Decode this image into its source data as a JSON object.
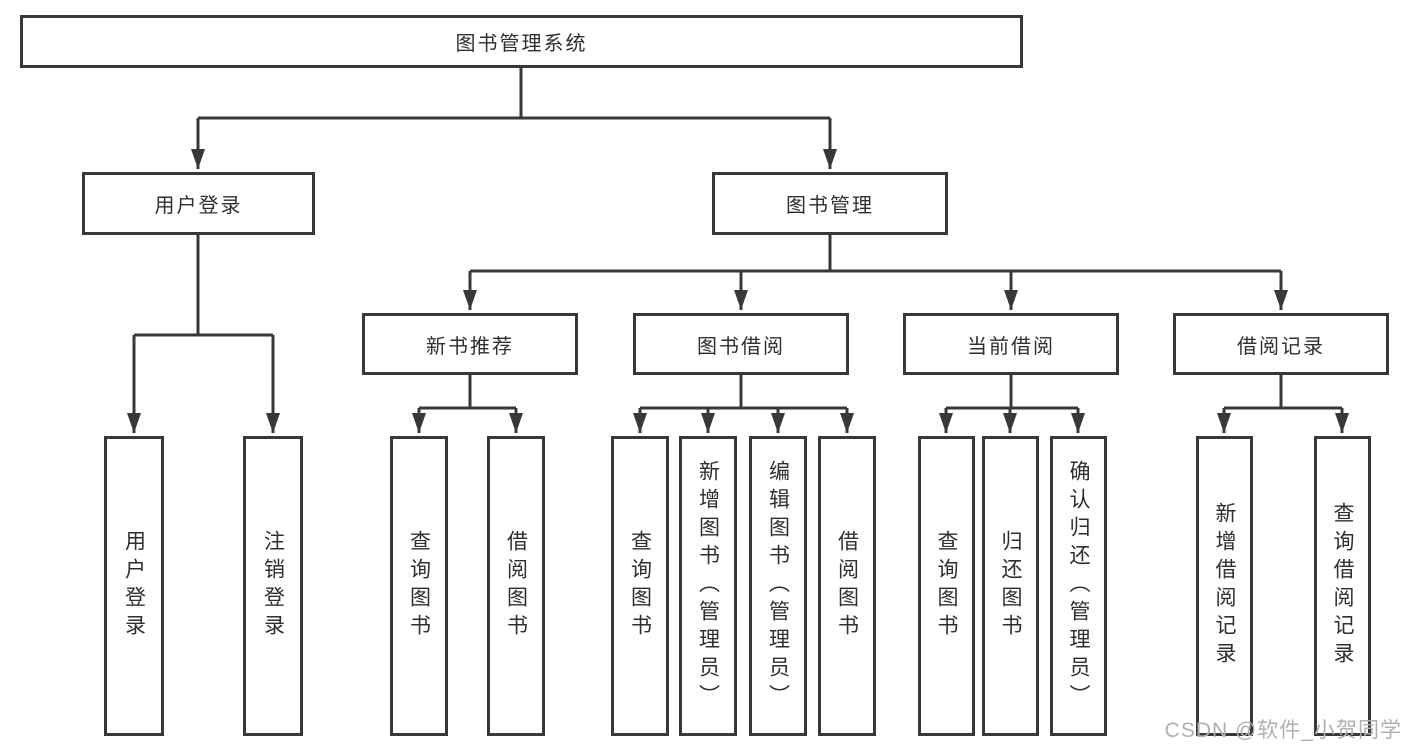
{
  "diagram": {
    "type": "function-structure-tree",
    "root": {
      "label": "图书管理系统",
      "children": [
        {
          "label": "用户登录",
          "children": [
            {
              "label": "用户登录"
            },
            {
              "label": "注销登录"
            }
          ]
        },
        {
          "label": "图书管理",
          "children": [
            {
              "label": "新书推荐",
              "children": [
                {
                  "label": "查询图书"
                },
                {
                  "label": "借阅图书"
                }
              ]
            },
            {
              "label": "图书借阅",
              "children": [
                {
                  "label": "查询图书"
                },
                {
                  "label": "新增图书（管理员）"
                },
                {
                  "label": "编辑图书（管理员）"
                },
                {
                  "label": "借阅图书"
                }
              ]
            },
            {
              "label": "当前借阅",
              "children": [
                {
                  "label": "查询图书"
                },
                {
                  "label": "归还图书"
                },
                {
                  "label": "确认归还（管理员）"
                }
              ]
            },
            {
              "label": "借阅记录",
              "children": [
                {
                  "label": "新增借阅记录"
                },
                {
                  "label": "查询借阅记录"
                }
              ]
            }
          ]
        }
      ]
    }
  },
  "watermark": {
    "text": "CSDN @软件_小贺同学"
  },
  "colors": {
    "line": "#383838",
    "text": "#2f2f2f",
    "watermark": "#b0b0b0",
    "background": "#ffffff"
  }
}
